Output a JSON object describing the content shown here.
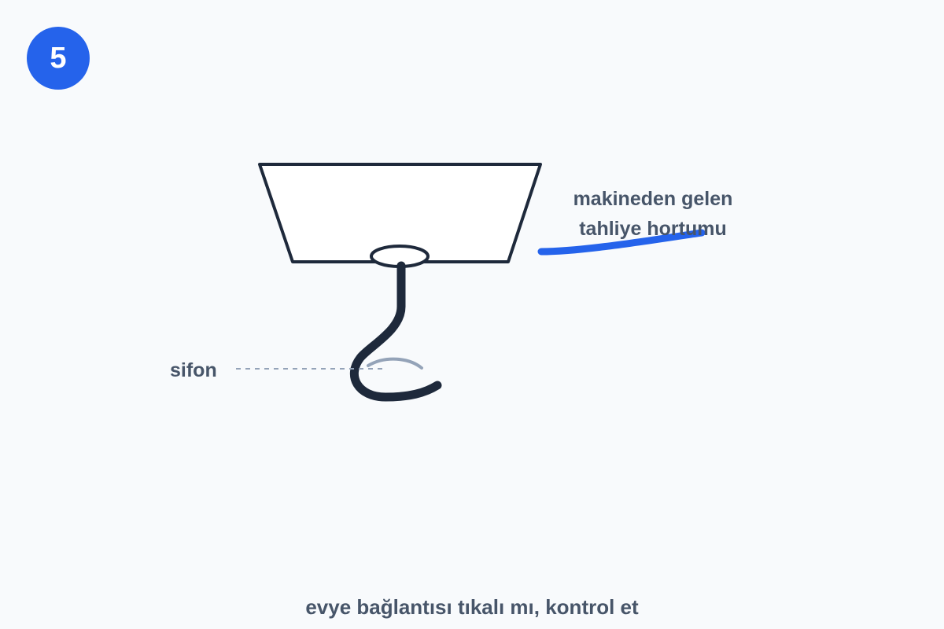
{
  "step": {
    "number": "5"
  },
  "labels": {
    "hose_line1": "makineden gelen",
    "hose_line2": "tahliye hortumu",
    "siphon": "sifon"
  },
  "caption": "evye bağlantısı tıkalı mı, kontrol et",
  "colors": {
    "accent": "#2563eb",
    "stroke": "#1e293b",
    "label": "#475569",
    "leader": "#94a3b8",
    "background": "#f8fafc"
  }
}
